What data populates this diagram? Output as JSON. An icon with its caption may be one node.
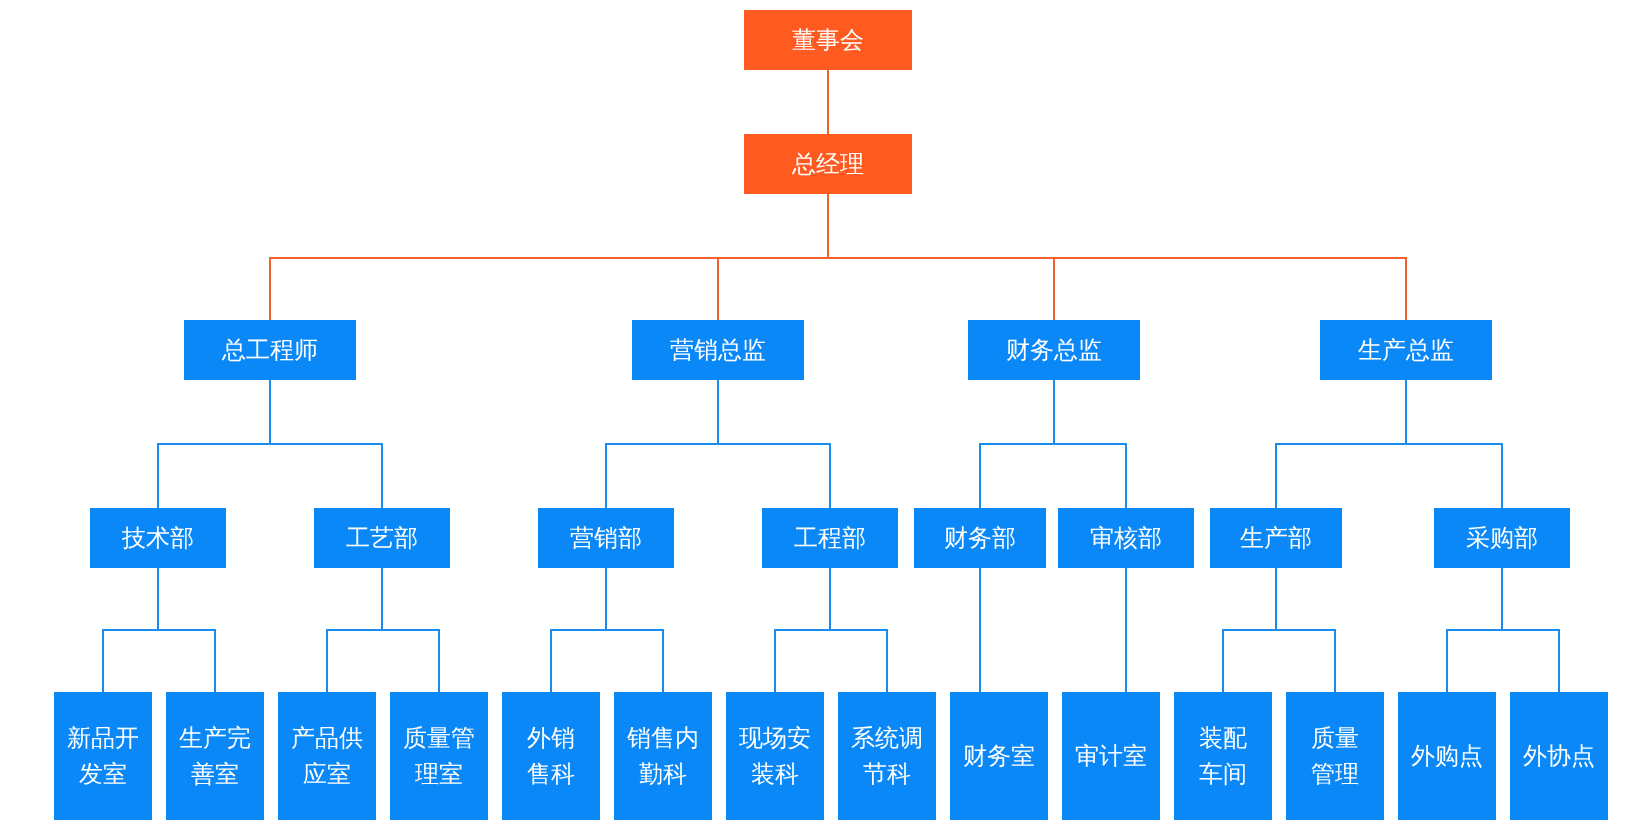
{
  "diagram": {
    "nodes": [
      {
        "text": [
          "董事会"
        ]
      },
      {
        "text": [
          "总经理"
        ]
      },
      {
        "text": [
          "总工程师"
        ]
      },
      {
        "text": [
          "营销总监"
        ]
      },
      {
        "text": [
          "财务总监"
        ]
      },
      {
        "text": [
          "生产总监"
        ]
      },
      {
        "text": [
          "技术部"
        ]
      },
      {
        "text": [
          "工艺部"
        ]
      },
      {
        "text": [
          "营销部"
        ]
      },
      {
        "text": [
          "工程部"
        ]
      },
      {
        "text": [
          "财务部"
        ]
      },
      {
        "text": [
          "审核部"
        ]
      },
      {
        "text": [
          "生产部"
        ]
      },
      {
        "text": [
          "采购部"
        ]
      },
      {
        "text": [
          "新品开发室"
        ]
      },
      {
        "text": [
          "生产完善室"
        ]
      },
      {
        "text": [
          "产品供应室"
        ]
      },
      {
        "text": [
          "质量管理室"
        ]
      },
      {
        "text": [
          "外销售科"
        ]
      },
      {
        "text": [
          "销售内勤科"
        ]
      },
      {
        "text": [
          "现场安装科"
        ]
      },
      {
        "text": [
          "系统调节科"
        ]
      },
      {
        "text": [
          "财务室"
        ]
      },
      {
        "text": [
          "审计室"
        ]
      },
      {
        "text": [
          "装配车间"
        ]
      },
      {
        "text": [
          "质量管理"
        ]
      },
      {
        "text": [
          "外购点"
        ]
      },
      {
        "text": [
          "外协点"
        ]
      }
    ],
    "edges": [
      {
        "from": 0,
        "to": 1,
        "arrow": "none",
        "color": "#f2612c"
      },
      {
        "from": 1,
        "to": 2,
        "arrow": "none",
        "color": "#f2612c"
      },
      {
        "from": 1,
        "to": 3,
        "arrow": "none",
        "color": "#f2612c"
      },
      {
        "from": 1,
        "to": 4,
        "arrow": "none",
        "color": "#f2612c"
      },
      {
        "from": 1,
        "to": 5,
        "arrow": "none",
        "color": "#f2612c"
      },
      {
        "from": 2,
        "to": 6,
        "arrow": "none"
      },
      {
        "from": 2,
        "to": 7,
        "arrow": "none"
      },
      {
        "from": 3,
        "to": 8,
        "arrow": "none"
      },
      {
        "from": 3,
        "to": 9,
        "arrow": "none"
      },
      {
        "from": 4,
        "to": 10,
        "arrow": "none"
      },
      {
        "from": 4,
        "to": 11,
        "arrow": "none"
      },
      {
        "from": 5,
        "to": 12,
        "arrow": "none"
      },
      {
        "from": 5,
        "to": 13,
        "arrow": "none"
      },
      {
        "from": 6,
        "to": 14,
        "arrow": "none"
      },
      {
        "from": 6,
        "to": 15,
        "arrow": "none"
      },
      {
        "from": 7,
        "to": 16,
        "arrow": "none"
      },
      {
        "from": 7,
        "to": 17,
        "arrow": "none"
      },
      {
        "from": 8,
        "to": 18,
        "arrow": "none"
      },
      {
        "from": 8,
        "to": 19,
        "arrow": "none"
      },
      {
        "from": 9,
        "to": 20,
        "arrow": "none"
      },
      {
        "from": 9,
        "to": 21,
        "arrow": "none"
      },
      {
        "from": 10,
        "to": 22,
        "arrow": "none"
      },
      {
        "from": 11,
        "to": 23,
        "arrow": "none"
      },
      {
        "from": 12,
        "to": 24,
        "arrow": "none"
      },
      {
        "from": 12,
        "to": 25,
        "arrow": "none"
      },
      {
        "from": 13,
        "to": 26,
        "arrow": "none"
      },
      {
        "from": 13,
        "to": 27,
        "arrow": "none"
      }
    ]
  }
}
